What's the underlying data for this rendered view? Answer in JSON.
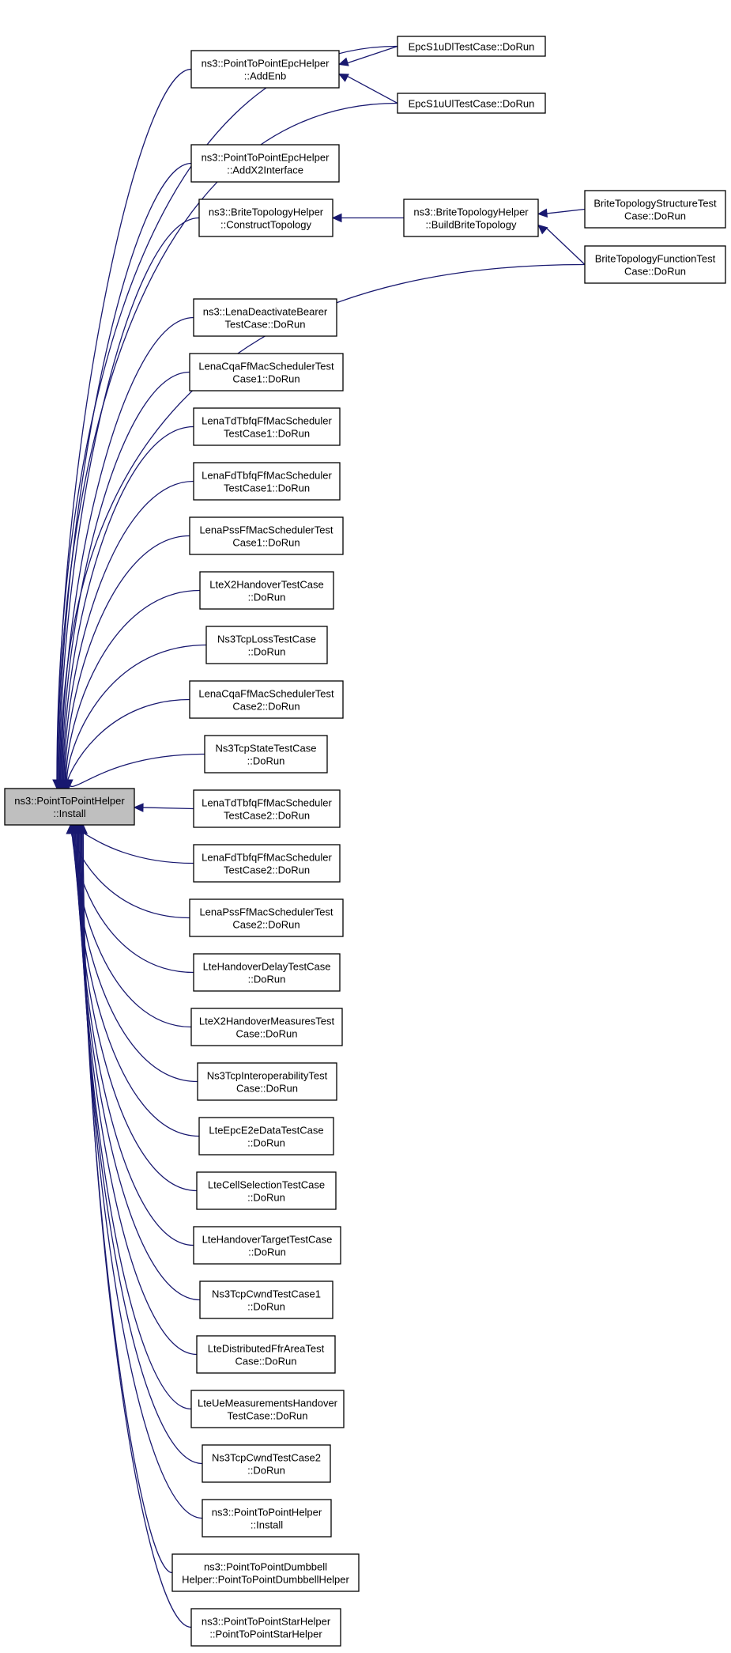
{
  "graph": {
    "root": "install",
    "nodes": [
      {
        "id": "install",
        "lines": [
          "ns3::PointToPointHelper",
          "::Install"
        ],
        "root": true
      },
      {
        "id": "addenb",
        "lines": [
          "ns3::PointToPointEpcHelper",
          "::AddEnb"
        ]
      },
      {
        "id": "s1udl",
        "lines": [
          "EpcS1uDlTestCase::DoRun"
        ]
      },
      {
        "id": "s1uul",
        "lines": [
          "EpcS1uUlTestCase::DoRun"
        ]
      },
      {
        "id": "addx2",
        "lines": [
          "ns3::PointToPointEpcHelper",
          "::AddX2Interface"
        ]
      },
      {
        "id": "constructtopo",
        "lines": [
          "ns3::BriteTopologyHelper",
          "::ConstructTopology"
        ]
      },
      {
        "id": "buildbrite",
        "lines": [
          "ns3::BriteTopologyHelper",
          "::BuildBriteTopology"
        ]
      },
      {
        "id": "britestruct",
        "lines": [
          "BriteTopologyStructureTest",
          "Case::DoRun"
        ]
      },
      {
        "id": "britefunc",
        "lines": [
          "BriteTopologyFunctionTest",
          "Case::DoRun"
        ]
      },
      {
        "id": "lenadeact",
        "lines": [
          "ns3::LenaDeactivateBearer",
          "TestCase::DoRun"
        ]
      },
      {
        "id": "cqa1",
        "lines": [
          "LenaCqaFfMacSchedulerTest",
          "Case1::DoRun"
        ]
      },
      {
        "id": "tdtbfq1",
        "lines": [
          "LenaTdTbfqFfMacScheduler",
          "TestCase1::DoRun"
        ]
      },
      {
        "id": "fdtbfq1",
        "lines": [
          "LenaFdTbfqFfMacScheduler",
          "TestCase1::DoRun"
        ]
      },
      {
        "id": "pss1",
        "lines": [
          "LenaPssFfMacSchedulerTest",
          "Case1::DoRun"
        ]
      },
      {
        "id": "x2ho",
        "lines": [
          "LteX2HandoverTestCase",
          "::DoRun"
        ]
      },
      {
        "id": "tcploss",
        "lines": [
          "Ns3TcpLossTestCase",
          "::DoRun"
        ]
      },
      {
        "id": "cqa2",
        "lines": [
          "LenaCqaFfMacSchedulerTest",
          "Case2::DoRun"
        ]
      },
      {
        "id": "tcpstate",
        "lines": [
          "Ns3TcpStateTestCase",
          "::DoRun"
        ]
      },
      {
        "id": "tdtbfq2",
        "lines": [
          "LenaTdTbfqFfMacScheduler",
          "TestCase2::DoRun"
        ]
      },
      {
        "id": "fdtbfq2",
        "lines": [
          "LenaFdTbfqFfMacScheduler",
          "TestCase2::DoRun"
        ]
      },
      {
        "id": "pss2",
        "lines": [
          "LenaPssFfMacSchedulerTest",
          "Case2::DoRun"
        ]
      },
      {
        "id": "hodelay",
        "lines": [
          "LteHandoverDelayTestCase",
          "::DoRun"
        ]
      },
      {
        "id": "x2homeas",
        "lines": [
          "LteX2HandoverMeasuresTest",
          "Case::DoRun"
        ]
      },
      {
        "id": "tcpinterop",
        "lines": [
          "Ns3TcpInteroperabilityTest",
          "Case::DoRun"
        ]
      },
      {
        "id": "epce2e",
        "lines": [
          "LteEpcE2eDataTestCase",
          "::DoRun"
        ]
      },
      {
        "id": "cellsel",
        "lines": [
          "LteCellSelectionTestCase",
          "::DoRun"
        ]
      },
      {
        "id": "hotarget",
        "lines": [
          "LteHandoverTargetTestCase",
          "::DoRun"
        ]
      },
      {
        "id": "cwnd1",
        "lines": [
          "Ns3TcpCwndTestCase1",
          "::DoRun"
        ]
      },
      {
        "id": "distffr",
        "lines": [
          "LteDistributedFfrAreaTest",
          "Case::DoRun"
        ]
      },
      {
        "id": "uemeas",
        "lines": [
          "LteUeMeasurementsHandover",
          "TestCase::DoRun"
        ]
      },
      {
        "id": "cwnd2",
        "lines": [
          "Ns3TcpCwndTestCase2",
          "::DoRun"
        ]
      },
      {
        "id": "p2pinstall",
        "lines": [
          "ns3::PointToPointHelper",
          "::Install"
        ]
      },
      {
        "id": "dumbbell",
        "lines": [
          "ns3::PointToPointDumbbell",
          "Helper::PointToPointDumbbellHelper"
        ]
      },
      {
        "id": "star",
        "lines": [
          "ns3::PointToPointStarHelper",
          "::PointToPointStarHelper"
        ]
      }
    ],
    "edges": [
      {
        "from": "addenb",
        "to": "install"
      },
      {
        "from": "s1udl",
        "to": "addenb"
      },
      {
        "from": "s1uul",
        "to": "addenb"
      },
      {
        "from": "s1udl",
        "to": "install"
      },
      {
        "from": "s1uul",
        "to": "install"
      },
      {
        "from": "addx2",
        "to": "install"
      },
      {
        "from": "constructtopo",
        "to": "install"
      },
      {
        "from": "buildbrite",
        "to": "constructtopo"
      },
      {
        "from": "britestruct",
        "to": "buildbrite"
      },
      {
        "from": "britefunc",
        "to": "buildbrite"
      },
      {
        "from": "britefunc",
        "to": "install"
      },
      {
        "from": "lenadeact",
        "to": "install"
      },
      {
        "from": "cqa1",
        "to": "install"
      },
      {
        "from": "tdtbfq1",
        "to": "install"
      },
      {
        "from": "fdtbfq1",
        "to": "install"
      },
      {
        "from": "pss1",
        "to": "install"
      },
      {
        "from": "x2ho",
        "to": "install"
      },
      {
        "from": "tcploss",
        "to": "install"
      },
      {
        "from": "cqa2",
        "to": "install"
      },
      {
        "from": "tcpstate",
        "to": "install"
      },
      {
        "from": "tdtbfq2",
        "to": "install"
      },
      {
        "from": "fdtbfq2",
        "to": "install"
      },
      {
        "from": "pss2",
        "to": "install"
      },
      {
        "from": "hodelay",
        "to": "install"
      },
      {
        "from": "x2homeas",
        "to": "install"
      },
      {
        "from": "tcpinterop",
        "to": "install"
      },
      {
        "from": "epce2e",
        "to": "install"
      },
      {
        "from": "cellsel",
        "to": "install"
      },
      {
        "from": "hotarget",
        "to": "install"
      },
      {
        "from": "cwnd1",
        "to": "install"
      },
      {
        "from": "distffr",
        "to": "install"
      },
      {
        "from": "uemeas",
        "to": "install"
      },
      {
        "from": "cwnd2",
        "to": "install"
      },
      {
        "from": "p2pinstall",
        "to": "install"
      },
      {
        "from": "dumbbell",
        "to": "install"
      },
      {
        "from": "star",
        "to": "install"
      }
    ]
  },
  "colors": {
    "edge": "#191970",
    "root_fill": "#bfbfbf",
    "node_fill": "#ffffff",
    "node_border": "#000000"
  }
}
